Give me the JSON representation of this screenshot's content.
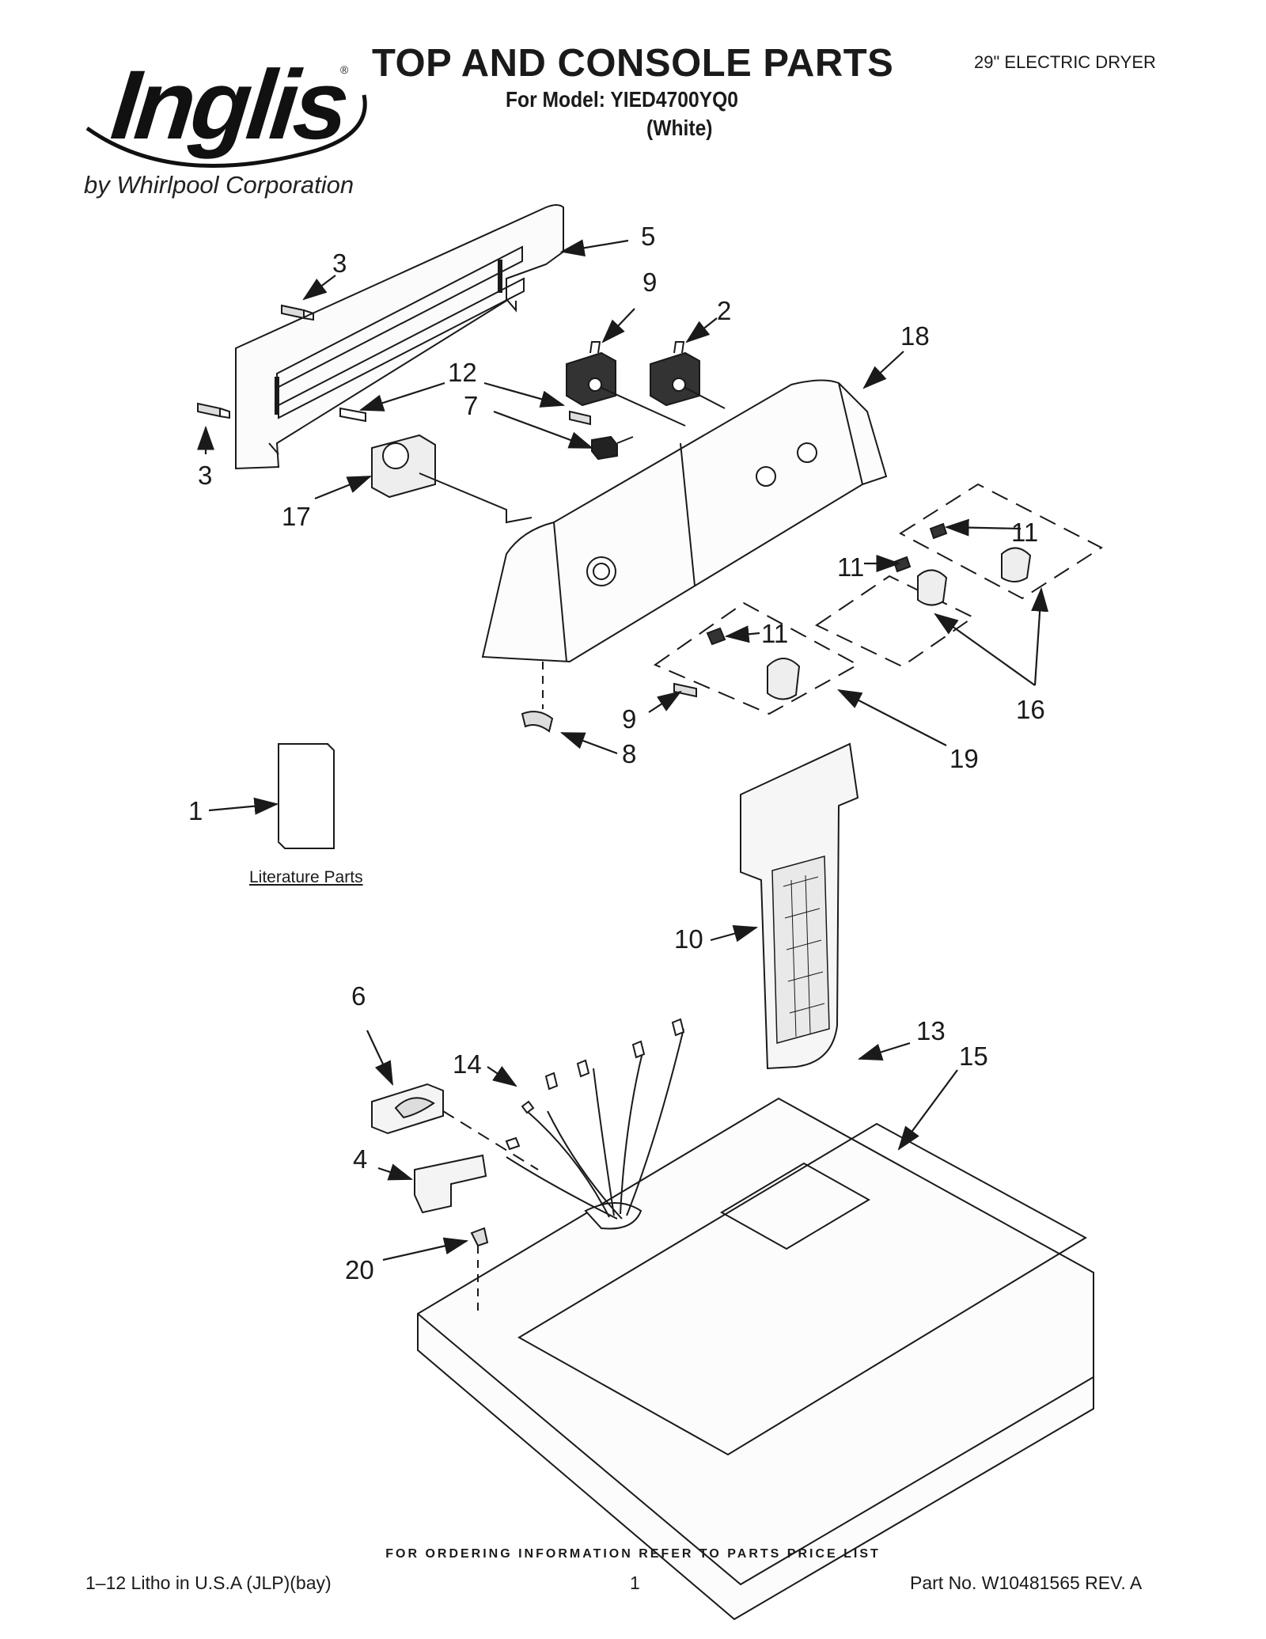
{
  "header": {
    "brand_logo": "Inglis",
    "brand_sub": "by Whirlpool Corporation",
    "title": "TOP AND CONSOLE PARTS",
    "model_line": "For Model: YIED4700YQ0",
    "color_line": "(White)",
    "appliance": "29\" ELECTRIC DRYER"
  },
  "callouts": [
    {
      "id": "c5",
      "text": "5"
    },
    {
      "id": "c3a",
      "text": "3"
    },
    {
      "id": "c9a",
      "text": "9"
    },
    {
      "id": "c2",
      "text": "2"
    },
    {
      "id": "c18",
      "text": "18"
    },
    {
      "id": "c12",
      "text": "12"
    },
    {
      "id": "c7",
      "text": "7"
    },
    {
      "id": "c3b",
      "text": "3"
    },
    {
      "id": "c17",
      "text": "17"
    },
    {
      "id": "c11a",
      "text": "11"
    },
    {
      "id": "c11b",
      "text": "11"
    },
    {
      "id": "c11c",
      "text": "11"
    },
    {
      "id": "c16",
      "text": "16"
    },
    {
      "id": "c9b",
      "text": "9"
    },
    {
      "id": "c8",
      "text": "8"
    },
    {
      "id": "c19",
      "text": "19"
    },
    {
      "id": "c1",
      "text": "1"
    },
    {
      "id": "c10",
      "text": "10"
    },
    {
      "id": "c6",
      "text": "6"
    },
    {
      "id": "c14",
      "text": "14"
    },
    {
      "id": "c13",
      "text": "13"
    },
    {
      "id": "c15",
      "text": "15"
    },
    {
      "id": "c4",
      "text": "4"
    },
    {
      "id": "c20",
      "text": "20"
    }
  ],
  "literature_label": "Literature Parts",
  "footer": {
    "ordering": "FOR ORDERING INFORMATION REFER TO PARTS PRICE LIST",
    "left": "1–12 Litho in U.S.A (JLP)(bay)",
    "page": "1",
    "part_no": "Part No. W10481565 REV. A"
  }
}
